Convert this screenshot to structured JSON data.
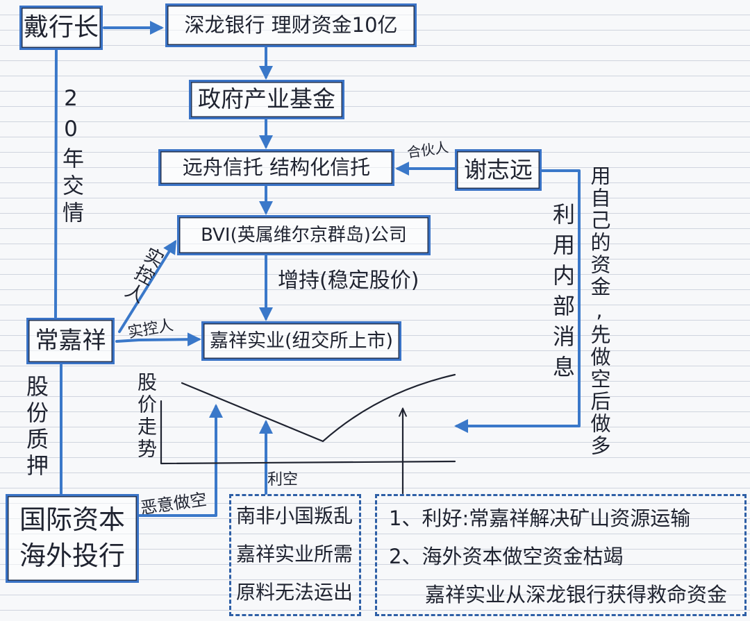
{
  "nodes": {
    "dai": "戴行长",
    "bank": "深龙银行 理财资金10亿",
    "fund": "政府产业基金",
    "trust": "远舟信托 结构化信托",
    "xie": "谢志远",
    "bvi": "BVI(英属维尔京群岛)公司",
    "chang": "常嘉祥",
    "company": "嘉祥实业(纽交所上市)",
    "intl": [
      "国际资本",
      "海外投行"
    ]
  },
  "edges": {
    "friendship": "20年交情",
    "partner": "合伙人",
    "control_bvi": "实控人",
    "control_company": "实控人",
    "increase": "增持(稳定股价)",
    "pledge": "股份质押",
    "short": "恶意做空",
    "bearish": "利空",
    "insider": "利用内部消息",
    "own_funds": "用自己的资金,先做空后做多"
  },
  "chart": {
    "ylabel": "股价走势"
  },
  "notes": {
    "left": [
      "南非小国叛乱",
      "嘉祥实业所需",
      "原料无法运出"
    ],
    "right": [
      "1、利好:常嘉祥解决矿山资源运输",
      "2、海外资本做空资金枯竭",
      "嘉祥实业从深龙银行获得救命资金"
    ]
  },
  "colors": {
    "box_border": "#3a73c6",
    "arrow": "#3a78c9",
    "ink": "#1f2330",
    "dashed_border": "#2e5fa6"
  }
}
